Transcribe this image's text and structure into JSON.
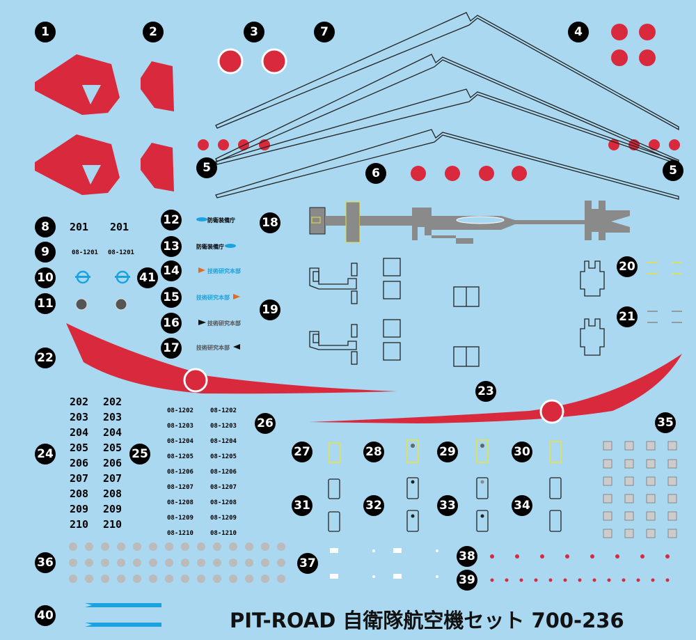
{
  "title": "PIT-ROAD 自衛隊航空機セット 700-236",
  "colors": {
    "background": "#a9d8f0",
    "red": "#d9293d",
    "blue": "#1ba3e0",
    "gray": "#8a8a8a",
    "black": "#000000",
    "yellow": "#e8e23a"
  },
  "decal_numbers": [
    "1",
    "2",
    "3",
    "4",
    "5",
    "5",
    "6",
    "7",
    "8",
    "9",
    "10",
    "11",
    "12",
    "13",
    "14",
    "15",
    "16",
    "17",
    "18",
    "19",
    "20",
    "21",
    "22",
    "23",
    "24",
    "25",
    "26",
    "27",
    "28",
    "29",
    "30",
    "31",
    "32",
    "33",
    "34",
    "35",
    "36",
    "37",
    "38",
    "39",
    "40",
    "41"
  ],
  "reg_top": [
    "201",
    "201"
  ],
  "serial_top": [
    "08-1201",
    "08-1201"
  ],
  "labels": {
    "l12": "防衛装備庁",
    "l13": "防衛装備庁",
    "l14": "技術研究本部",
    "l15": "技術研究本部",
    "l16": "技術研究本部",
    "l17": "技術研究本部"
  },
  "regs": [
    "202",
    "203",
    "204",
    "205",
    "206",
    "207",
    "208",
    "209",
    "210"
  ],
  "serials": [
    "08-1202",
    "08-1203",
    "08-1204",
    "08-1205",
    "08-1206",
    "08-1207",
    "08-1208",
    "08-1209",
    "08-1210"
  ]
}
